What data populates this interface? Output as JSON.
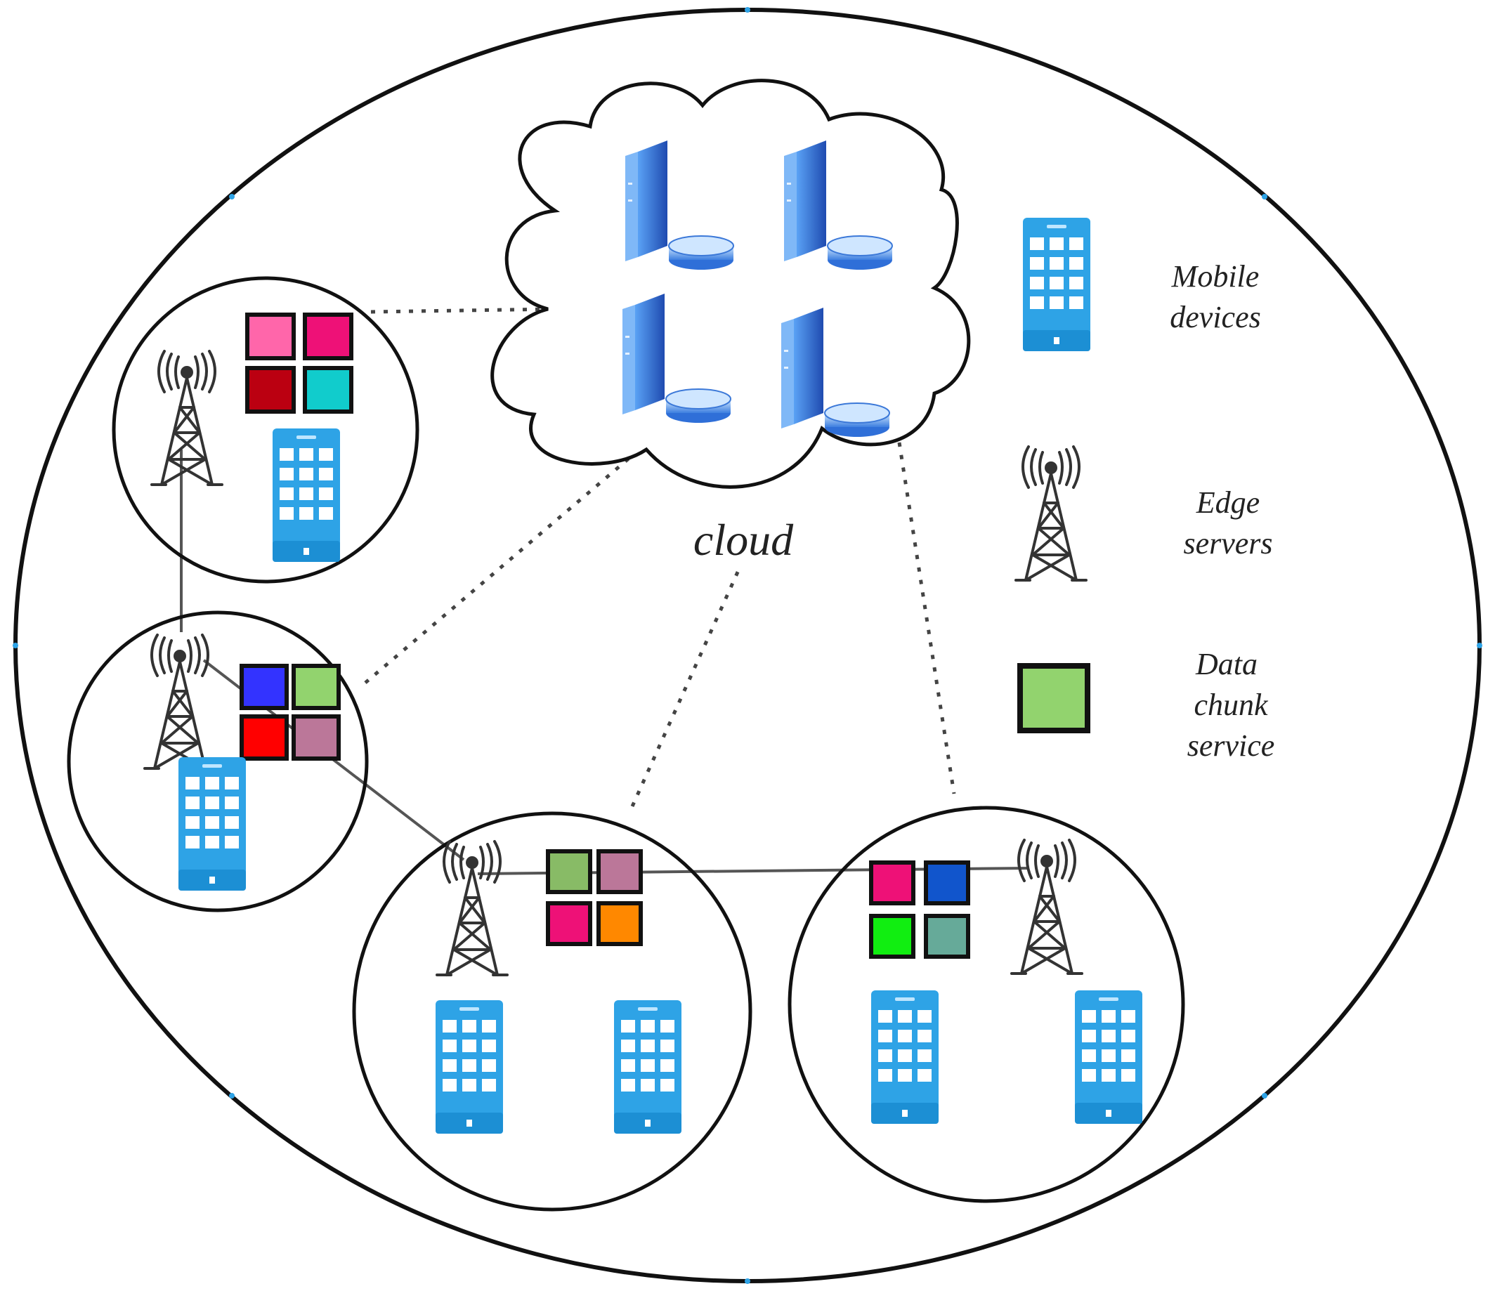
{
  "cloud": {
    "label": "cloud",
    "server_count": 4
  },
  "legend": {
    "mobile": {
      "line1": "Mobile",
      "line2": "devices",
      "icon": "mobile-device-icon"
    },
    "edge": {
      "line1": "Edge",
      "line2": "servers",
      "icon": "cell-tower-icon"
    },
    "chunk": {
      "line1": "Data",
      "line2": "chunk",
      "line3": "service",
      "icon": "data-chunk-icon",
      "color": "#92d36e"
    }
  },
  "regions": [
    {
      "name": "region-top-left",
      "chunks": [
        "#ff66aa",
        "#ee1177",
        "#bb0011",
        "#11cccc"
      ]
    },
    {
      "name": "region-middle-left",
      "chunks": [
        "#3333ff",
        "#92d36e",
        "#ff0000",
        "#bb7799"
      ]
    },
    {
      "name": "region-bottom-center",
      "chunks": [
        "#88bb66",
        "#bb7799",
        "#ee1177",
        "#ff8800"
      ]
    },
    {
      "name": "region-bottom-right",
      "chunks": [
        "#ee1177",
        "#1155cc",
        "#11ee11",
        "#66aa99"
      ]
    }
  ],
  "colors": {
    "device": "#2ea3e6",
    "server": "#2f6fd8",
    "outline": "#1a1a1a"
  }
}
